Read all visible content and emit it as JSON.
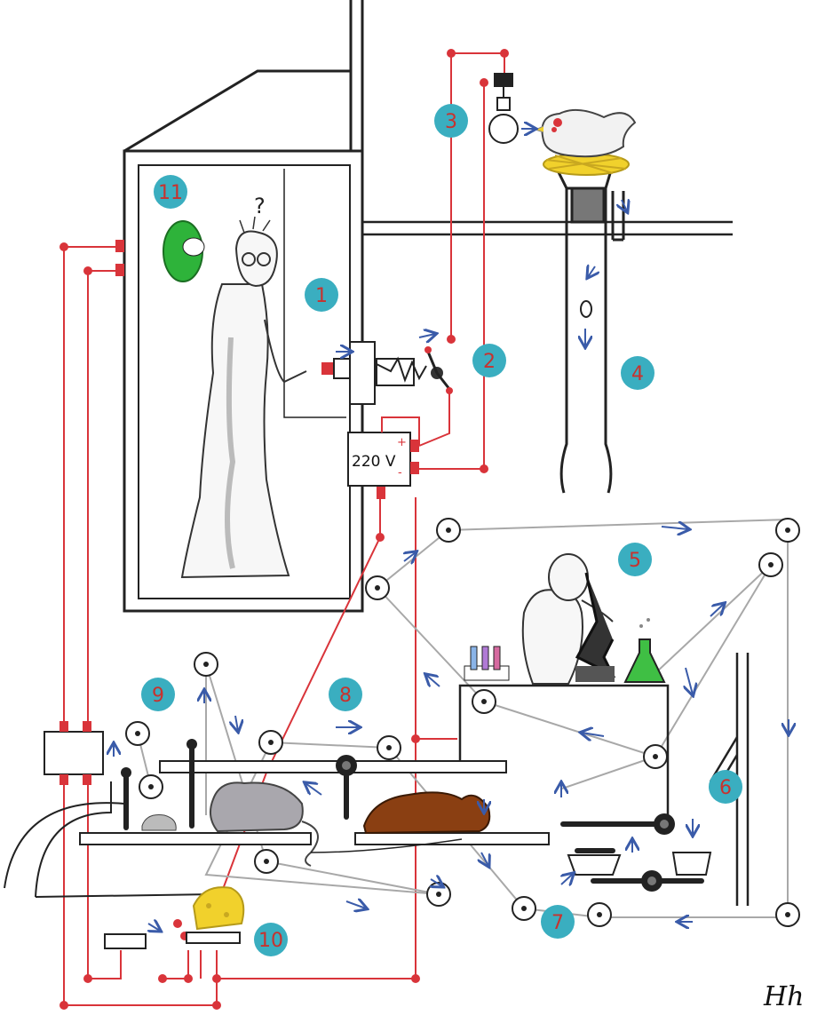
{
  "labels": {
    "b1": "1",
    "b2": "2",
    "b3": "3",
    "b4": "4",
    "b5": "5",
    "b6": "6",
    "b7": "7",
    "b8": "8",
    "b9": "9",
    "b10": "10",
    "b11": "11"
  },
  "voltage": "220 V",
  "plus": "+",
  "minus": "-",
  "question": "?",
  "signature": "Hh",
  "colors": {
    "wire": "#d9343a",
    "belt": "#a8a8a8",
    "badge": "#3aaec0",
    "arrow": "#3a5ba9",
    "outline": "#222222",
    "hat": "#2eb33a",
    "dog": "#8a3f12",
    "cat": "#a9a7ad",
    "cheese": "#f1d12c"
  }
}
